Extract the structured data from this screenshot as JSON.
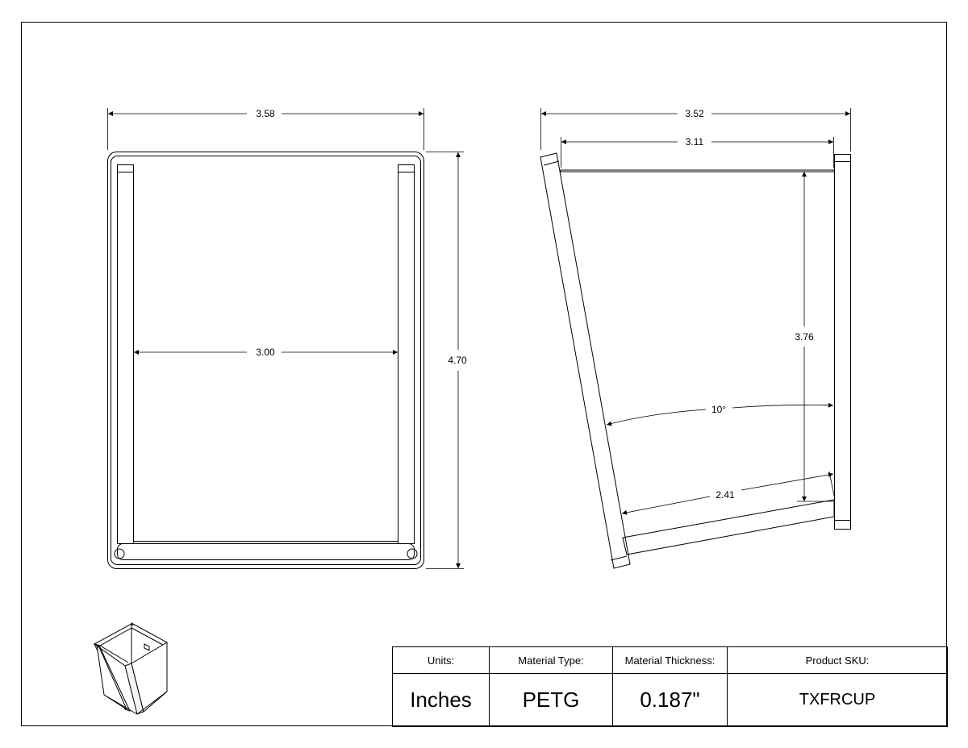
{
  "front_view": {
    "overall_width": "3.58",
    "inner_width": "3.00",
    "overall_height": "4.70"
  },
  "side_view": {
    "overall_width": "3.52",
    "top_width": "3.11",
    "inner_height": "3.76",
    "angle": "10°",
    "bottom_length": "2.41"
  },
  "title_block": {
    "headers": {
      "units": "Units:",
      "material_type": "Material Type:",
      "material_thickness": "Material Thickness:",
      "product_sku": "Product SKU:"
    },
    "values": {
      "units": "Inches",
      "material_type": "PETG",
      "material_thickness": "0.187\"",
      "product_sku": "TXFRCUP"
    }
  }
}
